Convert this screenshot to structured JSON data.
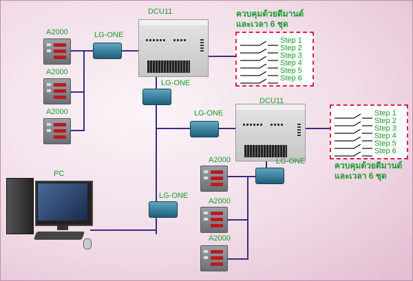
{
  "dcus": [
    {
      "label": "DCU11"
    },
    {
      "label": "DCU11"
    }
  ],
  "gateways": [
    "LG-ONE",
    "LG-ONE",
    "LG-ONE",
    "LG-ONE",
    "LG-ONE"
  ],
  "meters": [
    "A2000",
    "A2000",
    "A2000",
    "A2000",
    "A2000",
    "A2000"
  ],
  "pc": {
    "label": "PC"
  },
  "control_caption": {
    "line1": "ควบคุมด้วยดีมานด์",
    "line2": "และเวลา 6 ชุด"
  },
  "steps": [
    "Step 1",
    "Step 2",
    "Step 3",
    "Step 4",
    "Step 5",
    "Step 6"
  ],
  "colors": {
    "text": "#1a9a2a",
    "link": "#3a2a80",
    "dashed_box": "#d8204a"
  }
}
